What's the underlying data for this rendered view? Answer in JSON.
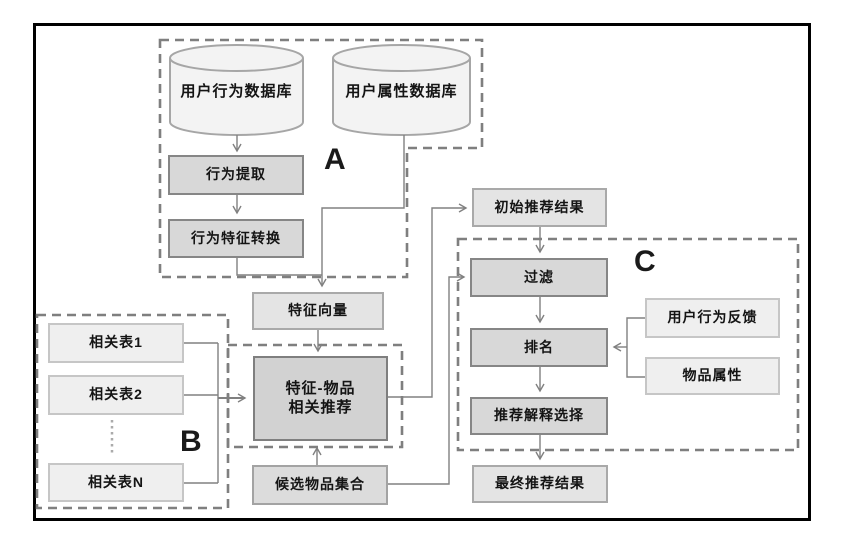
{
  "diagram": {
    "title": "recommendation-pipeline-flowchart",
    "groups": {
      "a": "A",
      "b": "B",
      "c": "C"
    },
    "nodes": {
      "db_behavior": "用户行为数据库",
      "db_attribute": "用户属性数据库",
      "behavior_extract": "行为提取",
      "behavior_feature_convert": "行为特征转换",
      "feature_vector": "特征向量",
      "related_table_1": "相关表1",
      "related_table_2": "相关表2",
      "related_table_n": "相关表N",
      "feature_item_line1": "特征-物品",
      "feature_item_line2": "相关推荐",
      "candidate_item_set": "候选物品集合",
      "initial_result": "初始推荐结果",
      "filter": "过滤",
      "ranking": "排名",
      "user_behavior_feedback": "用户行为反馈",
      "item_attribute": "物品属性",
      "explanation_select": "推荐解释选择",
      "final_result": "最终推荐结果"
    },
    "palette": {
      "frame": "#000000",
      "connector": "#808080",
      "dashed_group_border": "#7f7f7f",
      "box_medium_fill": "#d8d8d8",
      "box_medium_border": "#868686",
      "box_dark_fill": "#d2d2d2",
      "box_light_fill": "#e4e4e4",
      "box_lightest_fill": "#efefef",
      "candidate_fill": "#dcdcdc",
      "cylinder_fill": "#f3f3f3",
      "cylinder_border": "#a6a6a6",
      "text": "#141414"
    }
  }
}
